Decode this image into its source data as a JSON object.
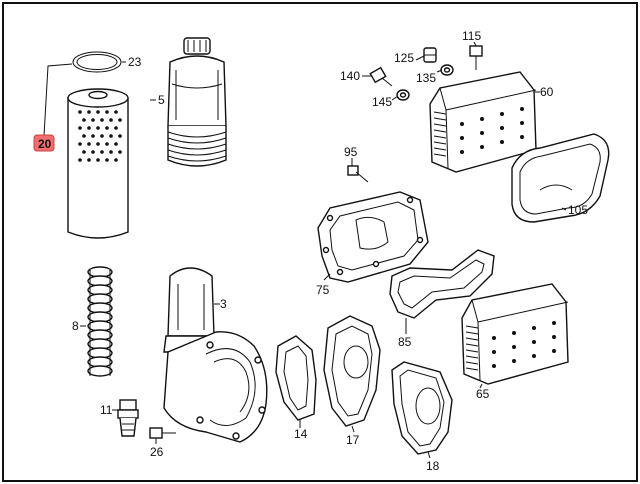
{
  "colors": {
    "highlight": "#f26d6d",
    "line": "#111111",
    "background": "#ffffff"
  },
  "labels": {
    "p3": "3",
    "p5": "5",
    "p8": "8",
    "p11": "11",
    "p14": "14",
    "p17": "17",
    "p18": "18",
    "p20": "20",
    "p23": "23",
    "p26": "26",
    "p60": "60",
    "p65": "65",
    "p75": "75",
    "p85": "85",
    "p95": "95",
    "p105": "105",
    "p115": "115",
    "p125": "125",
    "p135": "135",
    "p140": "140",
    "p145": "145"
  }
}
